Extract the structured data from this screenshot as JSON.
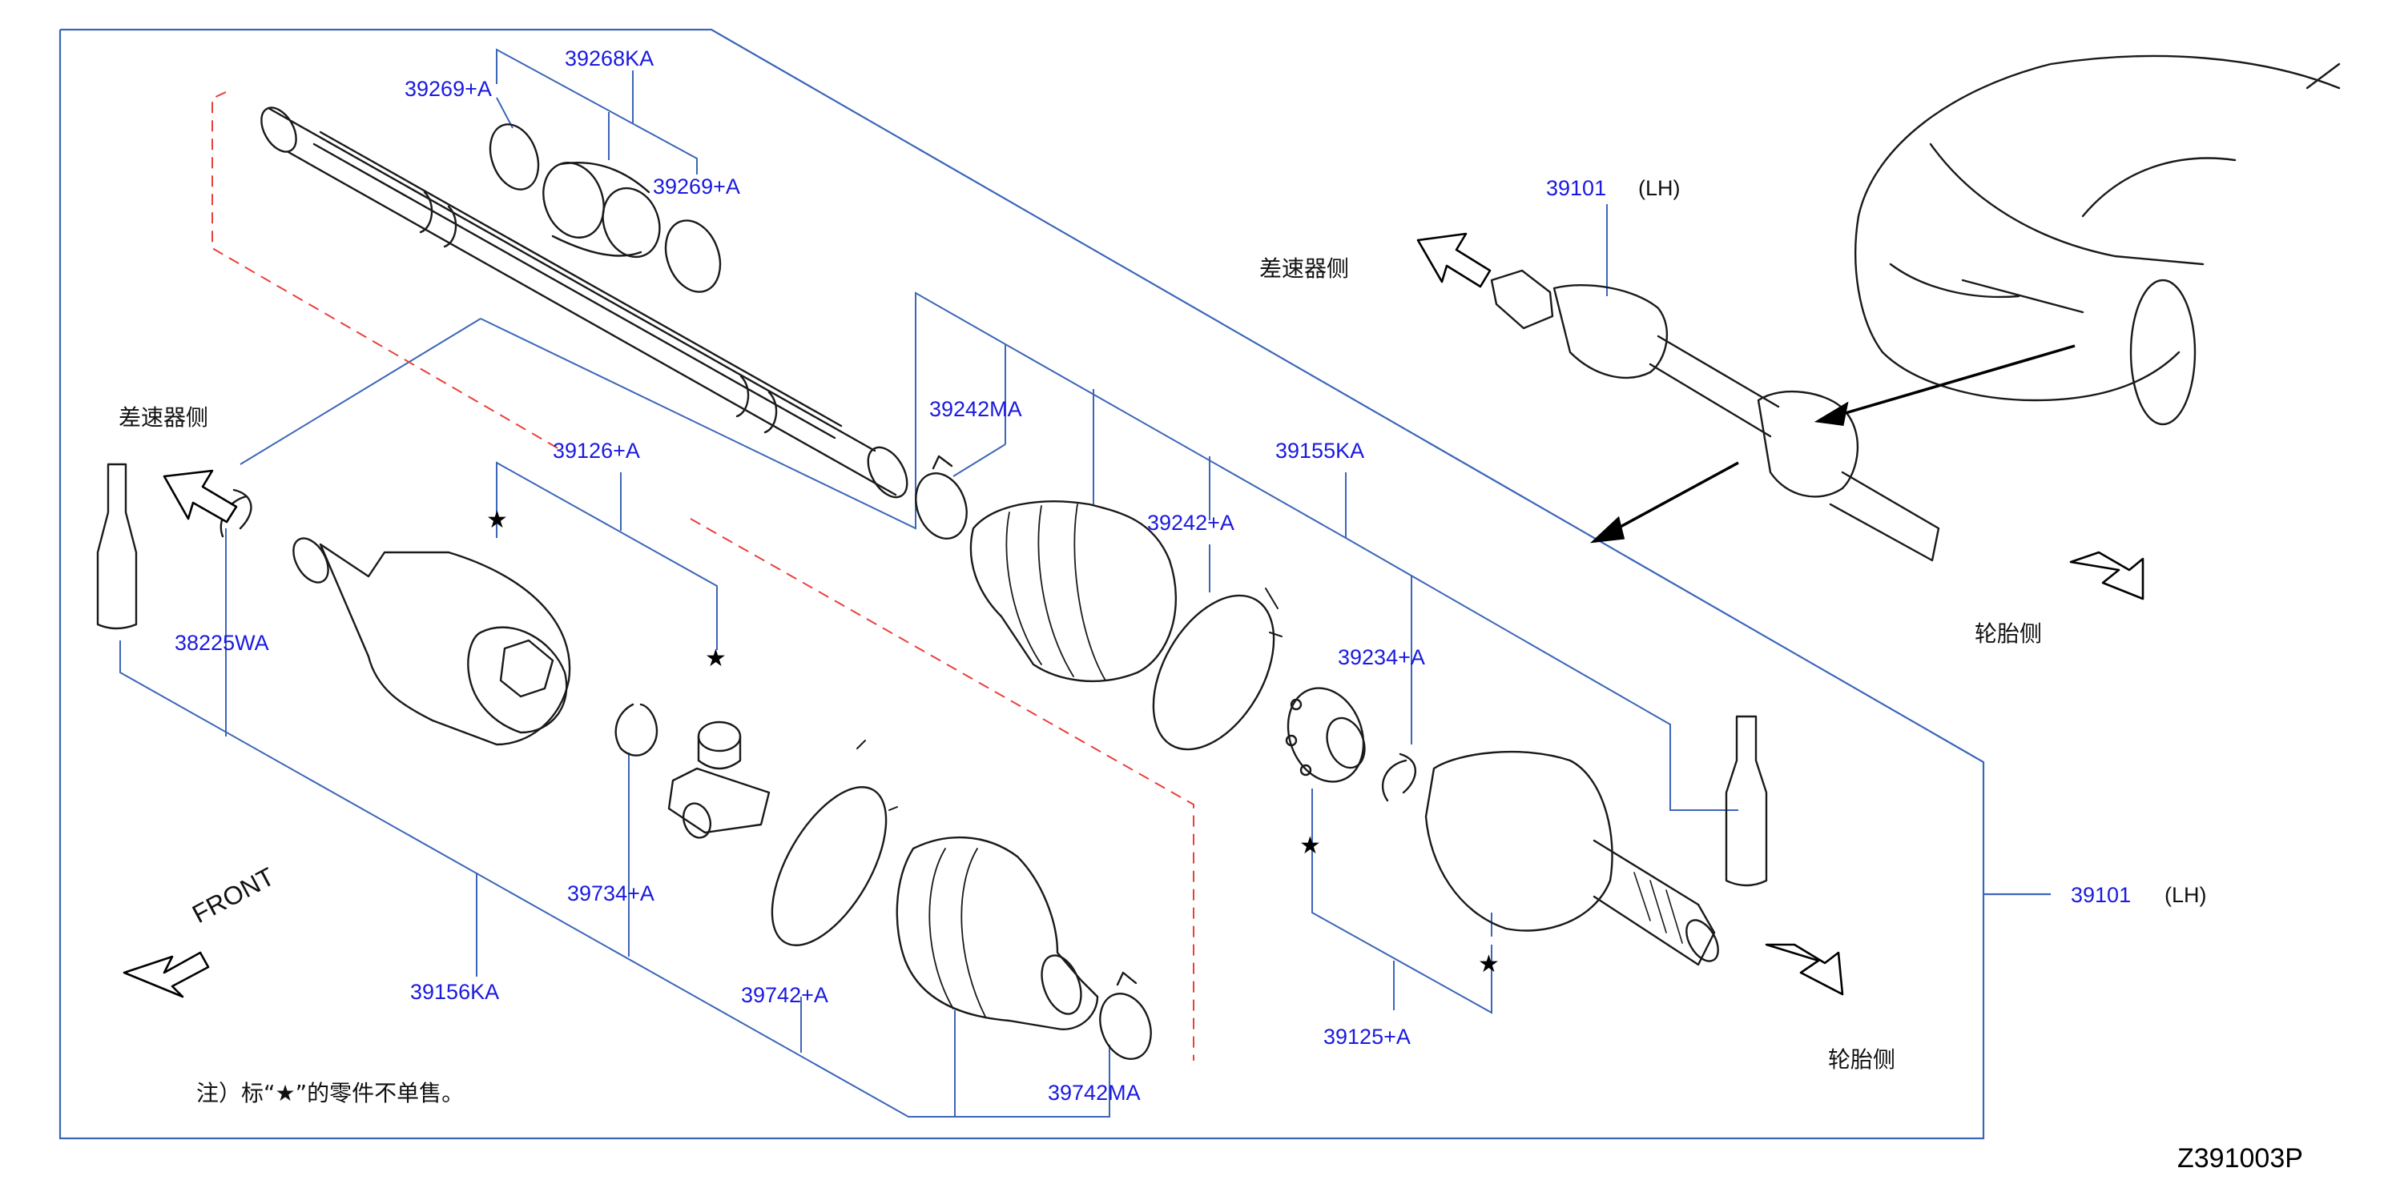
{
  "colors": {
    "part_number": "#1a1ae0",
    "leader_line": "#3c66b8",
    "outline": "#1a1a1a",
    "dashed_group": "#e8403a"
  },
  "labels": {
    "p39268KA": "39268KA",
    "p39269A_top": "39269+A",
    "p39269A_mid": "39269+A",
    "p39242MA": "39242MA",
    "p39126A": "39126+A",
    "p39155KA": "39155KA",
    "p39242A": "39242+A",
    "p39234A": "39234+A",
    "p38225WA": "38225WA",
    "p39734A": "39734+A",
    "p39156KA": "39156KA",
    "p39742A": "39742+A",
    "p39742MA": "39742MA",
    "p39125A": "39125+A",
    "p39101_top": "39101",
    "lh_top": "(LH)",
    "p39101_right": "39101",
    "lh_right": "(LH)"
  },
  "directions": {
    "diff_side_top": "差速器侧",
    "diff_side_left": "差速器侧",
    "wheel_side_top": "轮胎侧",
    "wheel_side_bottom": "轮胎侧",
    "front": "FRONT"
  },
  "note": {
    "prefix": "注）标“",
    "star": "★",
    "suffix": "”的零件不单售。"
  },
  "marker": "★",
  "reference_code": "Z391003P",
  "icons": [
    "arrow-outline-icon",
    "star-marker-icon"
  ]
}
